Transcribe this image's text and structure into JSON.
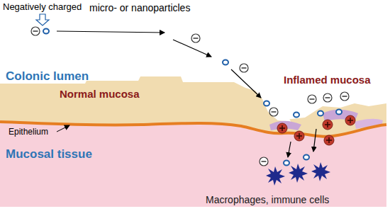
{
  "diagram": {
    "labels": [
      "Negatively charged",
      "micro- or nanoparticles",
      "Colonic lumen",
      "Normal mucosa",
      "Inflamed mucosa",
      "Epithelium",
      "Mucosal tissue",
      "Macrophages, immune cells"
    ]
  }
}
